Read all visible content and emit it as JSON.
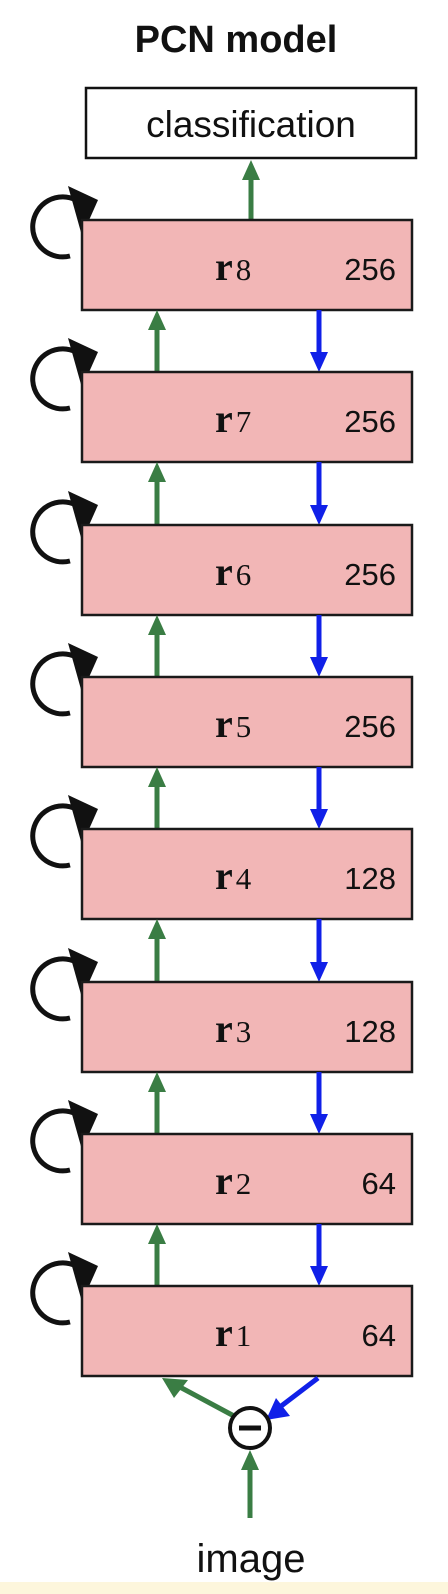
{
  "title": "PCN model",
  "output_label": "classification",
  "input_label": "image",
  "error_symbol": "⊖",
  "colors": {
    "layer_fill": "#f2b6b6",
    "layer_stroke": "#1a1a1a",
    "feedforward_arrow": "#3a7d44",
    "feedback_arrow": "#1020e8",
    "recurrent_arrow": "#111111"
  },
  "layers": [
    {
      "symbol": "r",
      "index": "8",
      "units": "256"
    },
    {
      "symbol": "r",
      "index": "7",
      "units": "256"
    },
    {
      "symbol": "r",
      "index": "6",
      "units": "256"
    },
    {
      "symbol": "r",
      "index": "5",
      "units": "256"
    },
    {
      "symbol": "r",
      "index": "4",
      "units": "128"
    },
    {
      "symbol": "r",
      "index": "3",
      "units": "128"
    },
    {
      "symbol": "r",
      "index": "2",
      "units": "64"
    },
    {
      "symbol": "r",
      "index": "1",
      "units": "64"
    }
  ]
}
